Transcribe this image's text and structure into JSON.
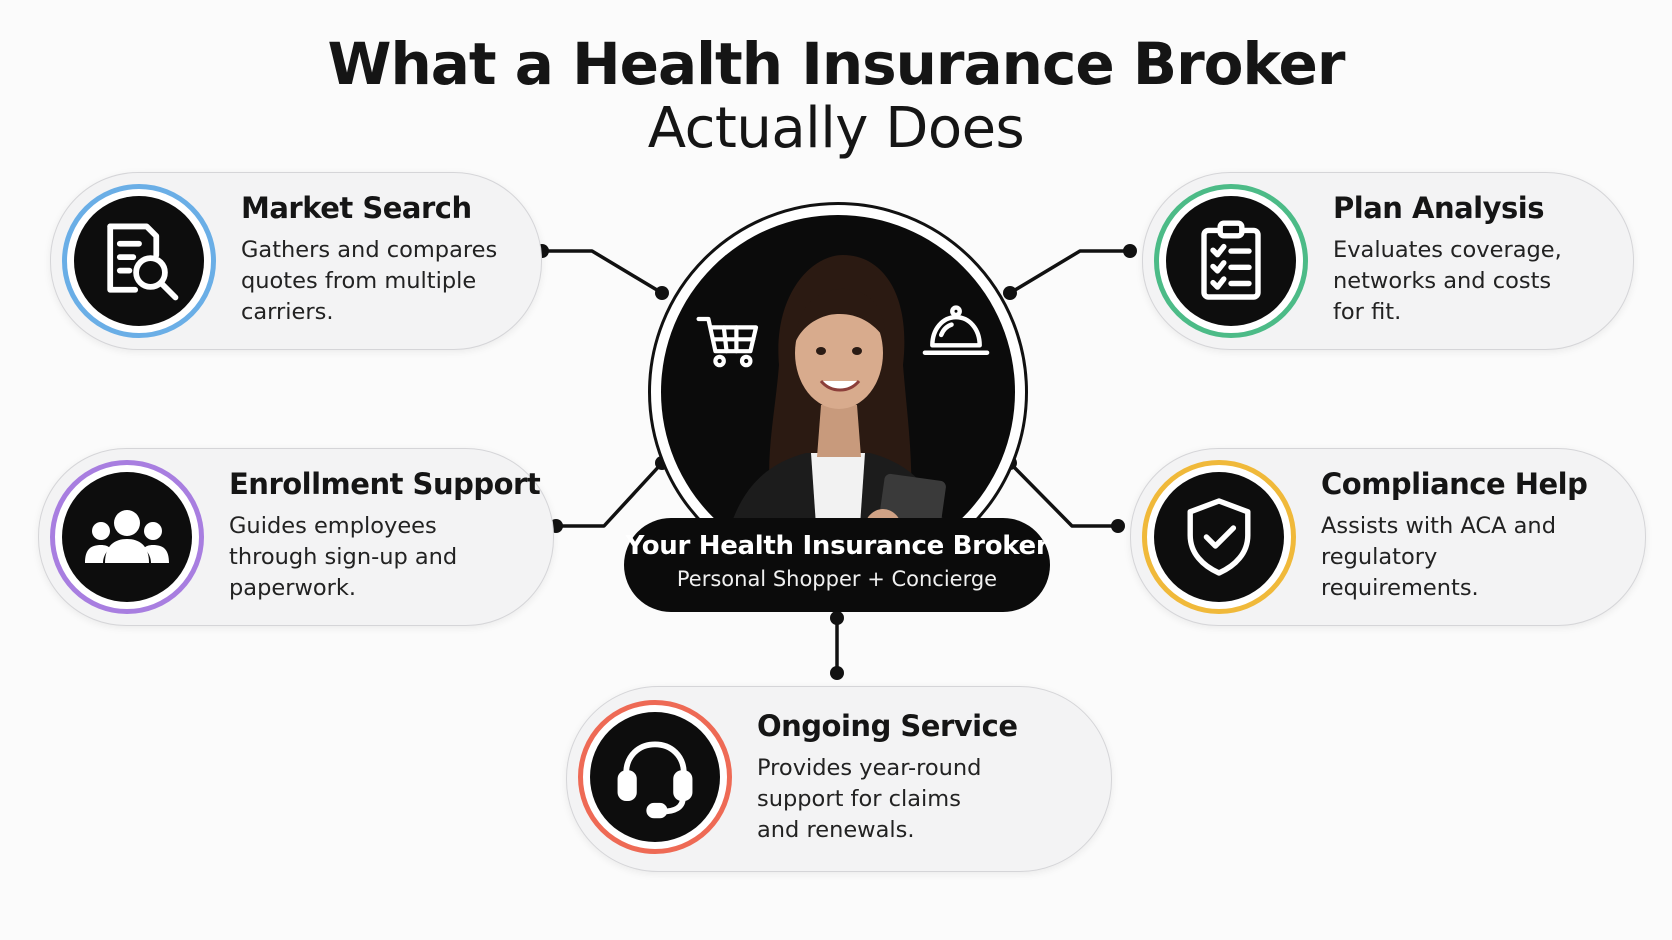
{
  "title": {
    "line1": "What a Health Insurance Broker",
    "line2": "Actually Does"
  },
  "center": {
    "title": "Your Health Insurance Broker",
    "subtitle": "Personal Shopper + Concierge",
    "icons": [
      "shopping-cart-icon",
      "service-bell-icon"
    ]
  },
  "cards": {
    "market_search": {
      "title": "Market Search",
      "desc": "Gathers and compares quotes from multiple carriers.",
      "icon": "document-search-icon",
      "ring": "#6aaee6"
    },
    "plan_analysis": {
      "title": "Plan Analysis",
      "desc": "Evaluates coverage, networks and costs for fit.",
      "icon": "clipboard-checklist-icon",
      "ring": "#4cbb87"
    },
    "enrollment_support": {
      "title": "Enrollment Support",
      "desc": "Guides employees through sign-up and paperwork.",
      "icon": "people-group-icon",
      "ring": "#a87ee0"
    },
    "compliance_help": {
      "title": "Compliance Help",
      "desc": "Assists with ACA and regulatory requirements.",
      "icon": "shield-check-icon",
      "ring": "#f0b93a"
    },
    "ongoing_service": {
      "title": "Ongoing Service",
      "desc": "Provides year-round support for claims and renewals.",
      "icon": "headset-icon",
      "ring": "#ee6a55"
    }
  }
}
